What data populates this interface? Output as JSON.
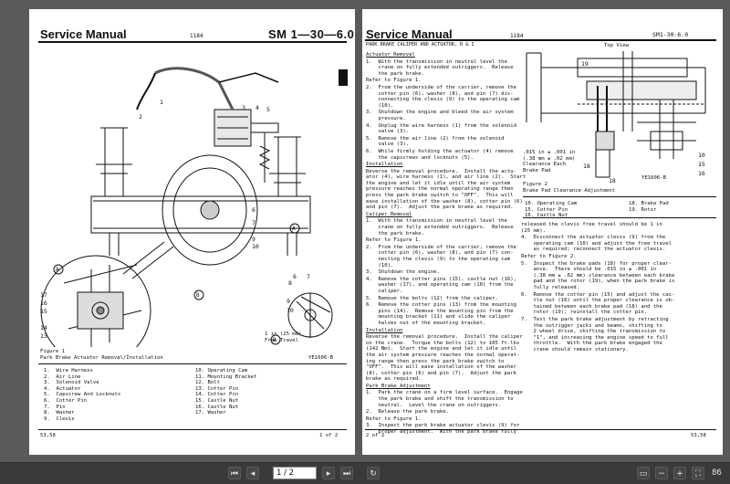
{
  "left_page": {
    "title": "Service Manual",
    "number": "1184",
    "code": "SM 1—30—6.0",
    "figure_caption": [
      "Figure 1",
      "Park Brake Actuator Removal/Installation"
    ],
    "figure_ref": "YE1606-B",
    "callout_note": "1 in (25 mm)\nFree Travel",
    "parts_left": [
      "1.  Wire Harness",
      "2.  Air Line",
      "3.  Solenoid Valve",
      "4.  Actuator",
      "5.  Capscrew And Locknuts",
      "6.  Cotter Pin",
      "7.  Pin",
      "8.  Washer",
      "9.  Clevis"
    ],
    "parts_right": [
      "10. Operating Cam",
      "11. Mounting Bracket",
      "12. Bolt",
      "13. Cotter Pin",
      "14. Cotter Pin",
      "15. Castle Nut",
      "16. Castle Nut",
      "17. Washer"
    ],
    "footer_left": "53,58",
    "footer_right": "1 of 2"
  },
  "right_page": {
    "title": "Service Manual",
    "number": "1184",
    "code": "SM1-30-6.0",
    "section": "PARK BRAKE CALIPER AND ACTUATOR, R & I",
    "col1": [
      {
        "u": true,
        "text": "Actuator Removal"
      },
      {
        "text": "1.  With the transmission in neutral level the\n    crane on fully extended outriggers.  Release\n    the park brake."
      },
      {
        "text": "Refer to Figure 1."
      },
      {
        "text": "2.  From the underside of the carrier, remove the\n    cotter pin (6), washer (8), and pin (7) dis-\n    connecting the clevis (9) to the operating cam\n    (10)."
      },
      {
        "text": "3.  Shutdown the engine and bleed the air system\n    pressure."
      },
      {
        "text": "4.  Unplug the wire harness (1) from the solenoid\n    valve (3)."
      },
      {
        "text": "5.  Remove the air line (2) from the solenoid\n    valve (3)."
      },
      {
        "text": "6.  While firmly holding the actuator (4) remove\n    the capscrews and locknuts (5)."
      },
      {
        "u": true,
        "text": "Installation"
      },
      {
        "text": "Reverse the removal procedure.  Install the actu-\nator (4), wire harness (1), and air line (2).  Start\nthe engine and let it idle until the air system\npressure reaches the normal operating range then\npress the park brake switch to \"OFF\".  This will\nease installation of the washer (8), cotter pin (6)\nand pin (7).  Adjust the park brake as required."
      },
      {
        "u": true,
        "text": "Caliper Removal"
      },
      {
        "text": "1.  With the transmission in neutral level the\n    crane on fully extended outriggers.  Release\n    the park brake."
      },
      {
        "text": "Refer to Figure 1."
      },
      {
        "text": "2.  From the underside of the carrier, remove the\n    cotter pin (6), washer (8), and pin (7) con-\n    necting the clevis (9) to the operating cam\n    (10)."
      },
      {
        "text": "3.  Shutdown the engine."
      },
      {
        "text": "4.  Remove the cotter pins (15), castle nut (16),\n    washer (17), and operating cam (10) from the\n    caliper."
      },
      {
        "text": "5.  Remove the bolts (12) from the caliper."
      },
      {
        "text": "6.  Remove the cotter pins (13) from the mounting\n    pins (14).  Remove the mounting pin from the\n    mounting bracket (11) and slide the caliper\n    halves out of the mounting bracket."
      },
      {
        "u": true,
        "text": "Installation"
      },
      {
        "text": "Reverse the removal procedure.  Install the caliper\non the crane.  Torque the bolts (12) to 105 ft-lbs\n(142 Nm).  Start the engine and let it idle until\nthe air system pressure reaches the normal operat-\ning range then press the park brake switch to\n\"OFF\".  This will ease installation of the washer\n(8), cotter pin (6) and pin (7).  Adjust the park\nbrake as required."
      },
      {
        "u": true,
        "text": "Park Brake Adjustment"
      },
      {
        "text": "1.  Park the crane on a firm level surface.  Engage\n    the park brake and shift the transmission to\n    neutral.  Level the crane on outriggers."
      },
      {
        "text": "2.  Release the park brake."
      },
      {
        "text": "Refer to Figure 1."
      },
      {
        "text": "3.  Inspect the park brake actuator clevis (9) for\n    proper adjustment.  With the park brake fully"
      }
    ],
    "col2": [
      {
        "text": "released the clevis free travel should be 1 in\n(25 mm)."
      },
      {
        "text": "4.  Disconnect the actuator clevis (9) from the\n    operating cam (10) and adjust the free travel\n    as required; reconnect the actuator clevis."
      },
      {
        "text": "Refer to Figure 2."
      },
      {
        "text": "5.  Inspect the brake pads (18) for proper clear-\n    ance.  There should be .015 in ± .001 in\n    (.38 mm ± .02 mm) clearance between each brake\n    pad and the rotor (19), when the park brake is\n    fully released."
      },
      {
        "text": "6.  Remove the cotter pin (15) and adjust the cas-\n    tle nut (16) until the proper clearance is ob-\n    tained between each brake pad (18) and the\n    rotor (19); reinstall the cotter pin."
      },
      {
        "text": "7.  Test the park brake adjustment by retracting\n    the outrigger jacks and beams, shifting to\n    2 wheel drive, shifting the transmission to\n    \"1\", and increasing the engine speed to full\n    throttle.  With the park brake engaged the\n    crane should remain stationary."
      }
    ],
    "fig2_top_view": "Top View",
    "fig2_clearance": ".015 in ± .001 in\n(.38 mm ± .02 mm)\nClearance Each\nBrake Pad",
    "fig2_ref": "YE1606-B",
    "fig2_caption": [
      "Figure 2",
      "Brake Pad Clearance Adjustment"
    ],
    "fig2_parts_left": [
      "10. Operating Cam",
      "15. Cotter Pin",
      "16. Castle Nut"
    ],
    "fig2_parts_right": [
      "18. Brake Pad",
      "19. Rotor"
    ],
    "footer_left": "2 of 2",
    "footer_right": "53,58"
  },
  "toolbar": {
    "page_value": "1 / 2",
    "zoom": "86"
  }
}
